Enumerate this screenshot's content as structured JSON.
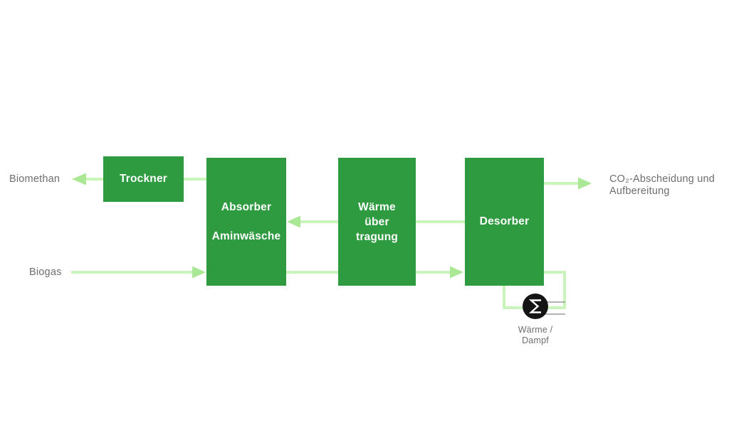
{
  "diagram": {
    "boxes": {
      "trockner": {
        "label": "Trockner"
      },
      "absorber": {
        "lines": [
          "Absorber",
          "Aminwäsche"
        ]
      },
      "heat_transfer": {
        "lines": [
          "Wärme",
          "über",
          "tragung"
        ]
      },
      "desorber": {
        "label": "Desorber"
      }
    },
    "labels": {
      "biomethan": "Biomethan",
      "biogas": "Biogas",
      "co2_line1": "CO₂-Abscheidung und",
      "co2_line2": "Aufbereitung",
      "heat_steam_line1": "Wärme /",
      "heat_steam_line2": "Dampf"
    },
    "icons": {
      "heat_source": "sigma-heat-source-icon"
    }
  },
  "colors": {
    "box-green": "#2e9b41",
    "line-green": "#c9f4ba",
    "arrow-green": "#abe895",
    "label-gray": "#6e6e6e",
    "icon-black": "#141414",
    "icon-line-gray": "#9a9a9a"
  }
}
